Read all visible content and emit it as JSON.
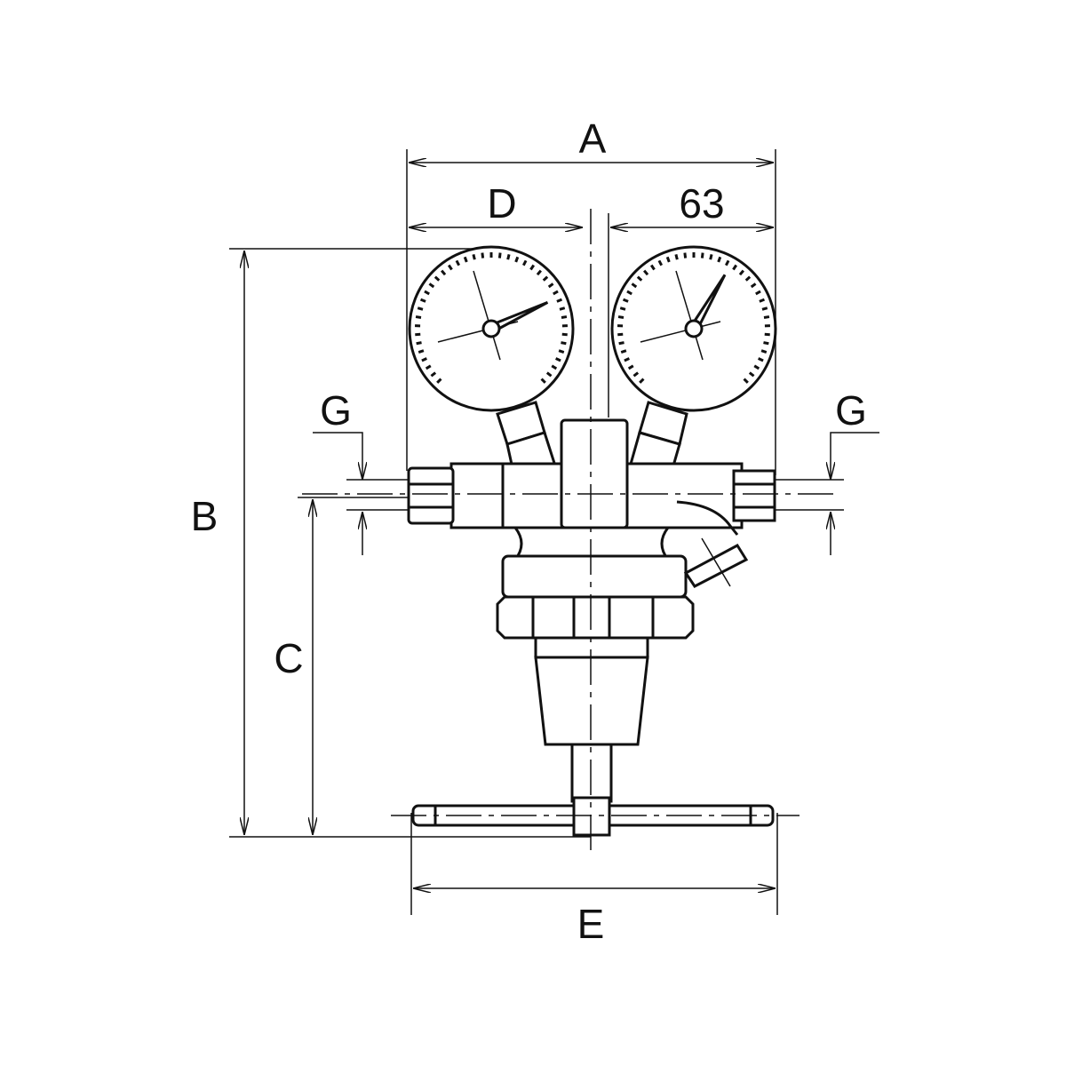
{
  "title": "Pressure regulator dimension drawing",
  "labels": {
    "overall_width": "A",
    "gauge_offset": "D",
    "gauge_diameter": "63",
    "thread_left": "G",
    "thread_right": "G",
    "overall_height": "B",
    "outlet_height": "C",
    "handle_width": "E"
  },
  "colors": {
    "line": "#111111",
    "background": "#ffffff"
  }
}
